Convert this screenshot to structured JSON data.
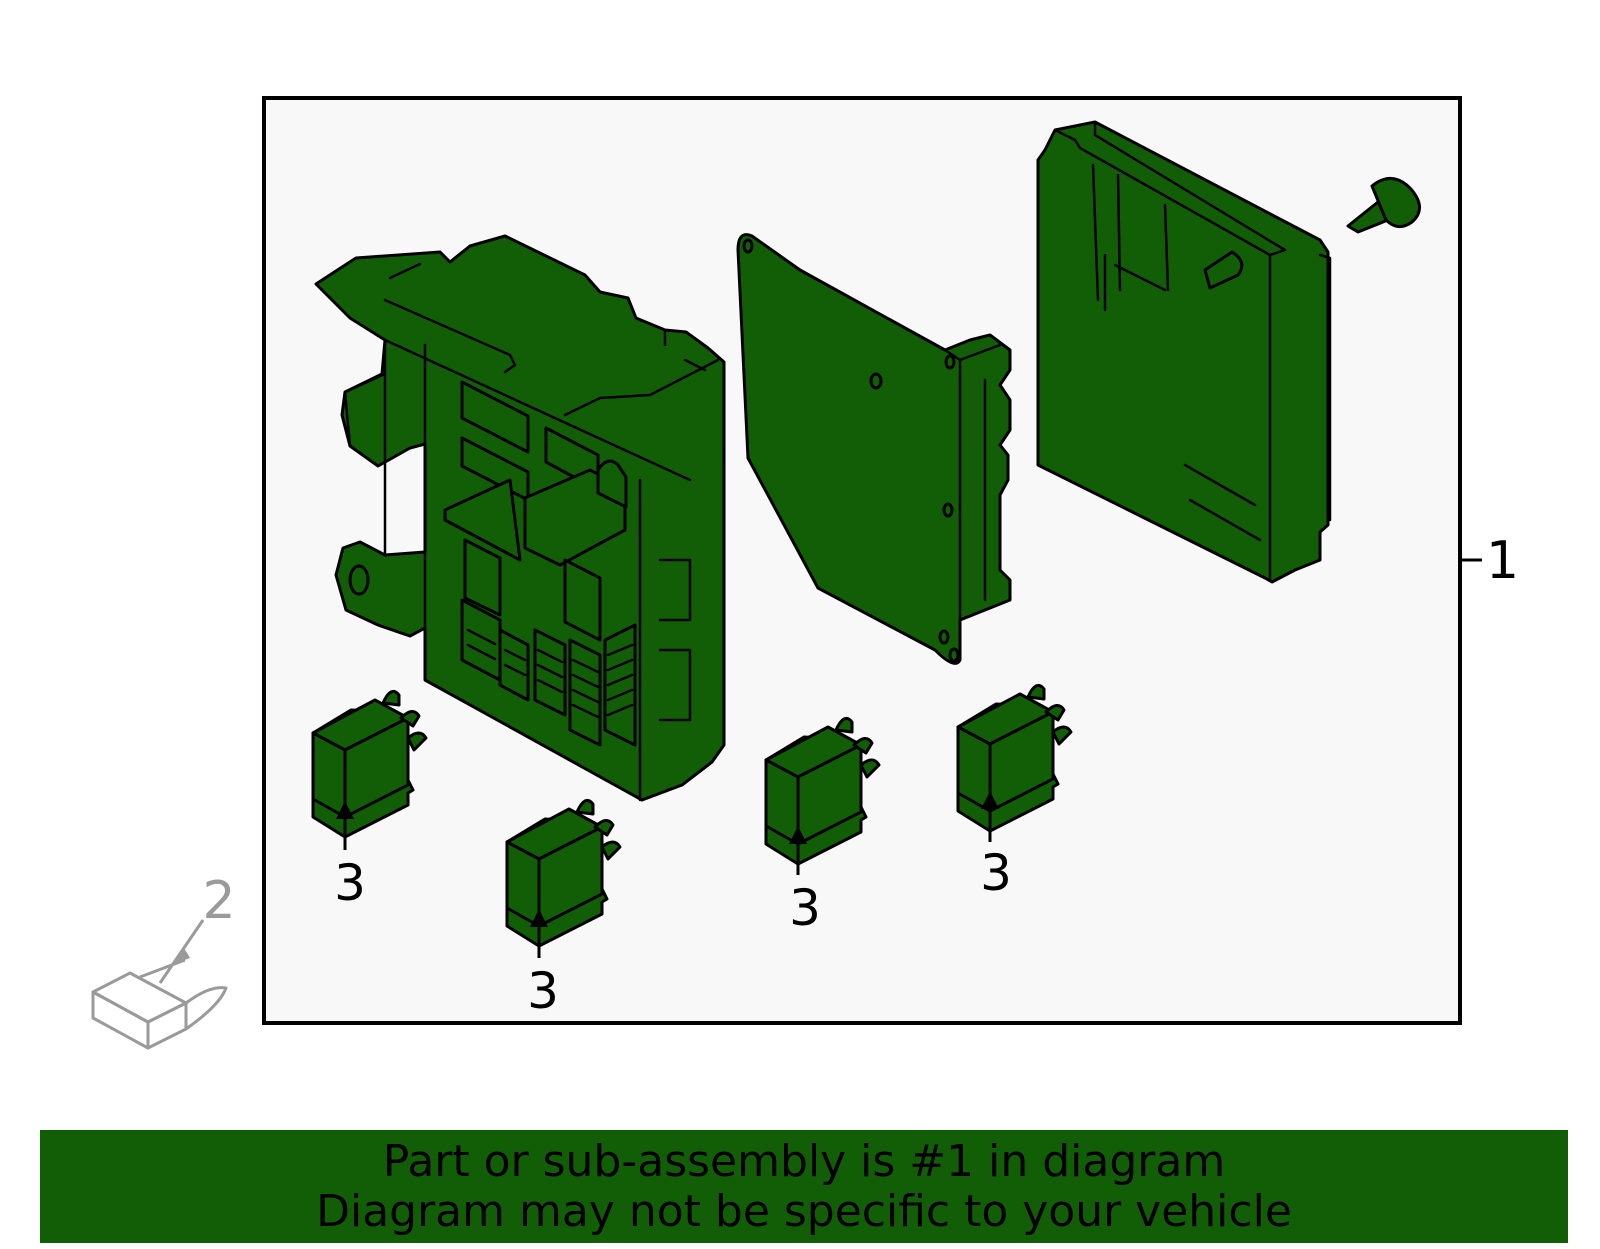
{
  "diagram": {
    "callouts": {
      "assembly": "1",
      "sub_part": "2",
      "relay": "3"
    },
    "colors": {
      "part_fill": "#125e07",
      "frame_background": "#f8f8f8",
      "ghost_part": "#9a9a9a"
    }
  },
  "banner": {
    "line1": "Part or sub-assembly is #1 in diagram",
    "line2": "Diagram may not be specific to your vehicle"
  }
}
